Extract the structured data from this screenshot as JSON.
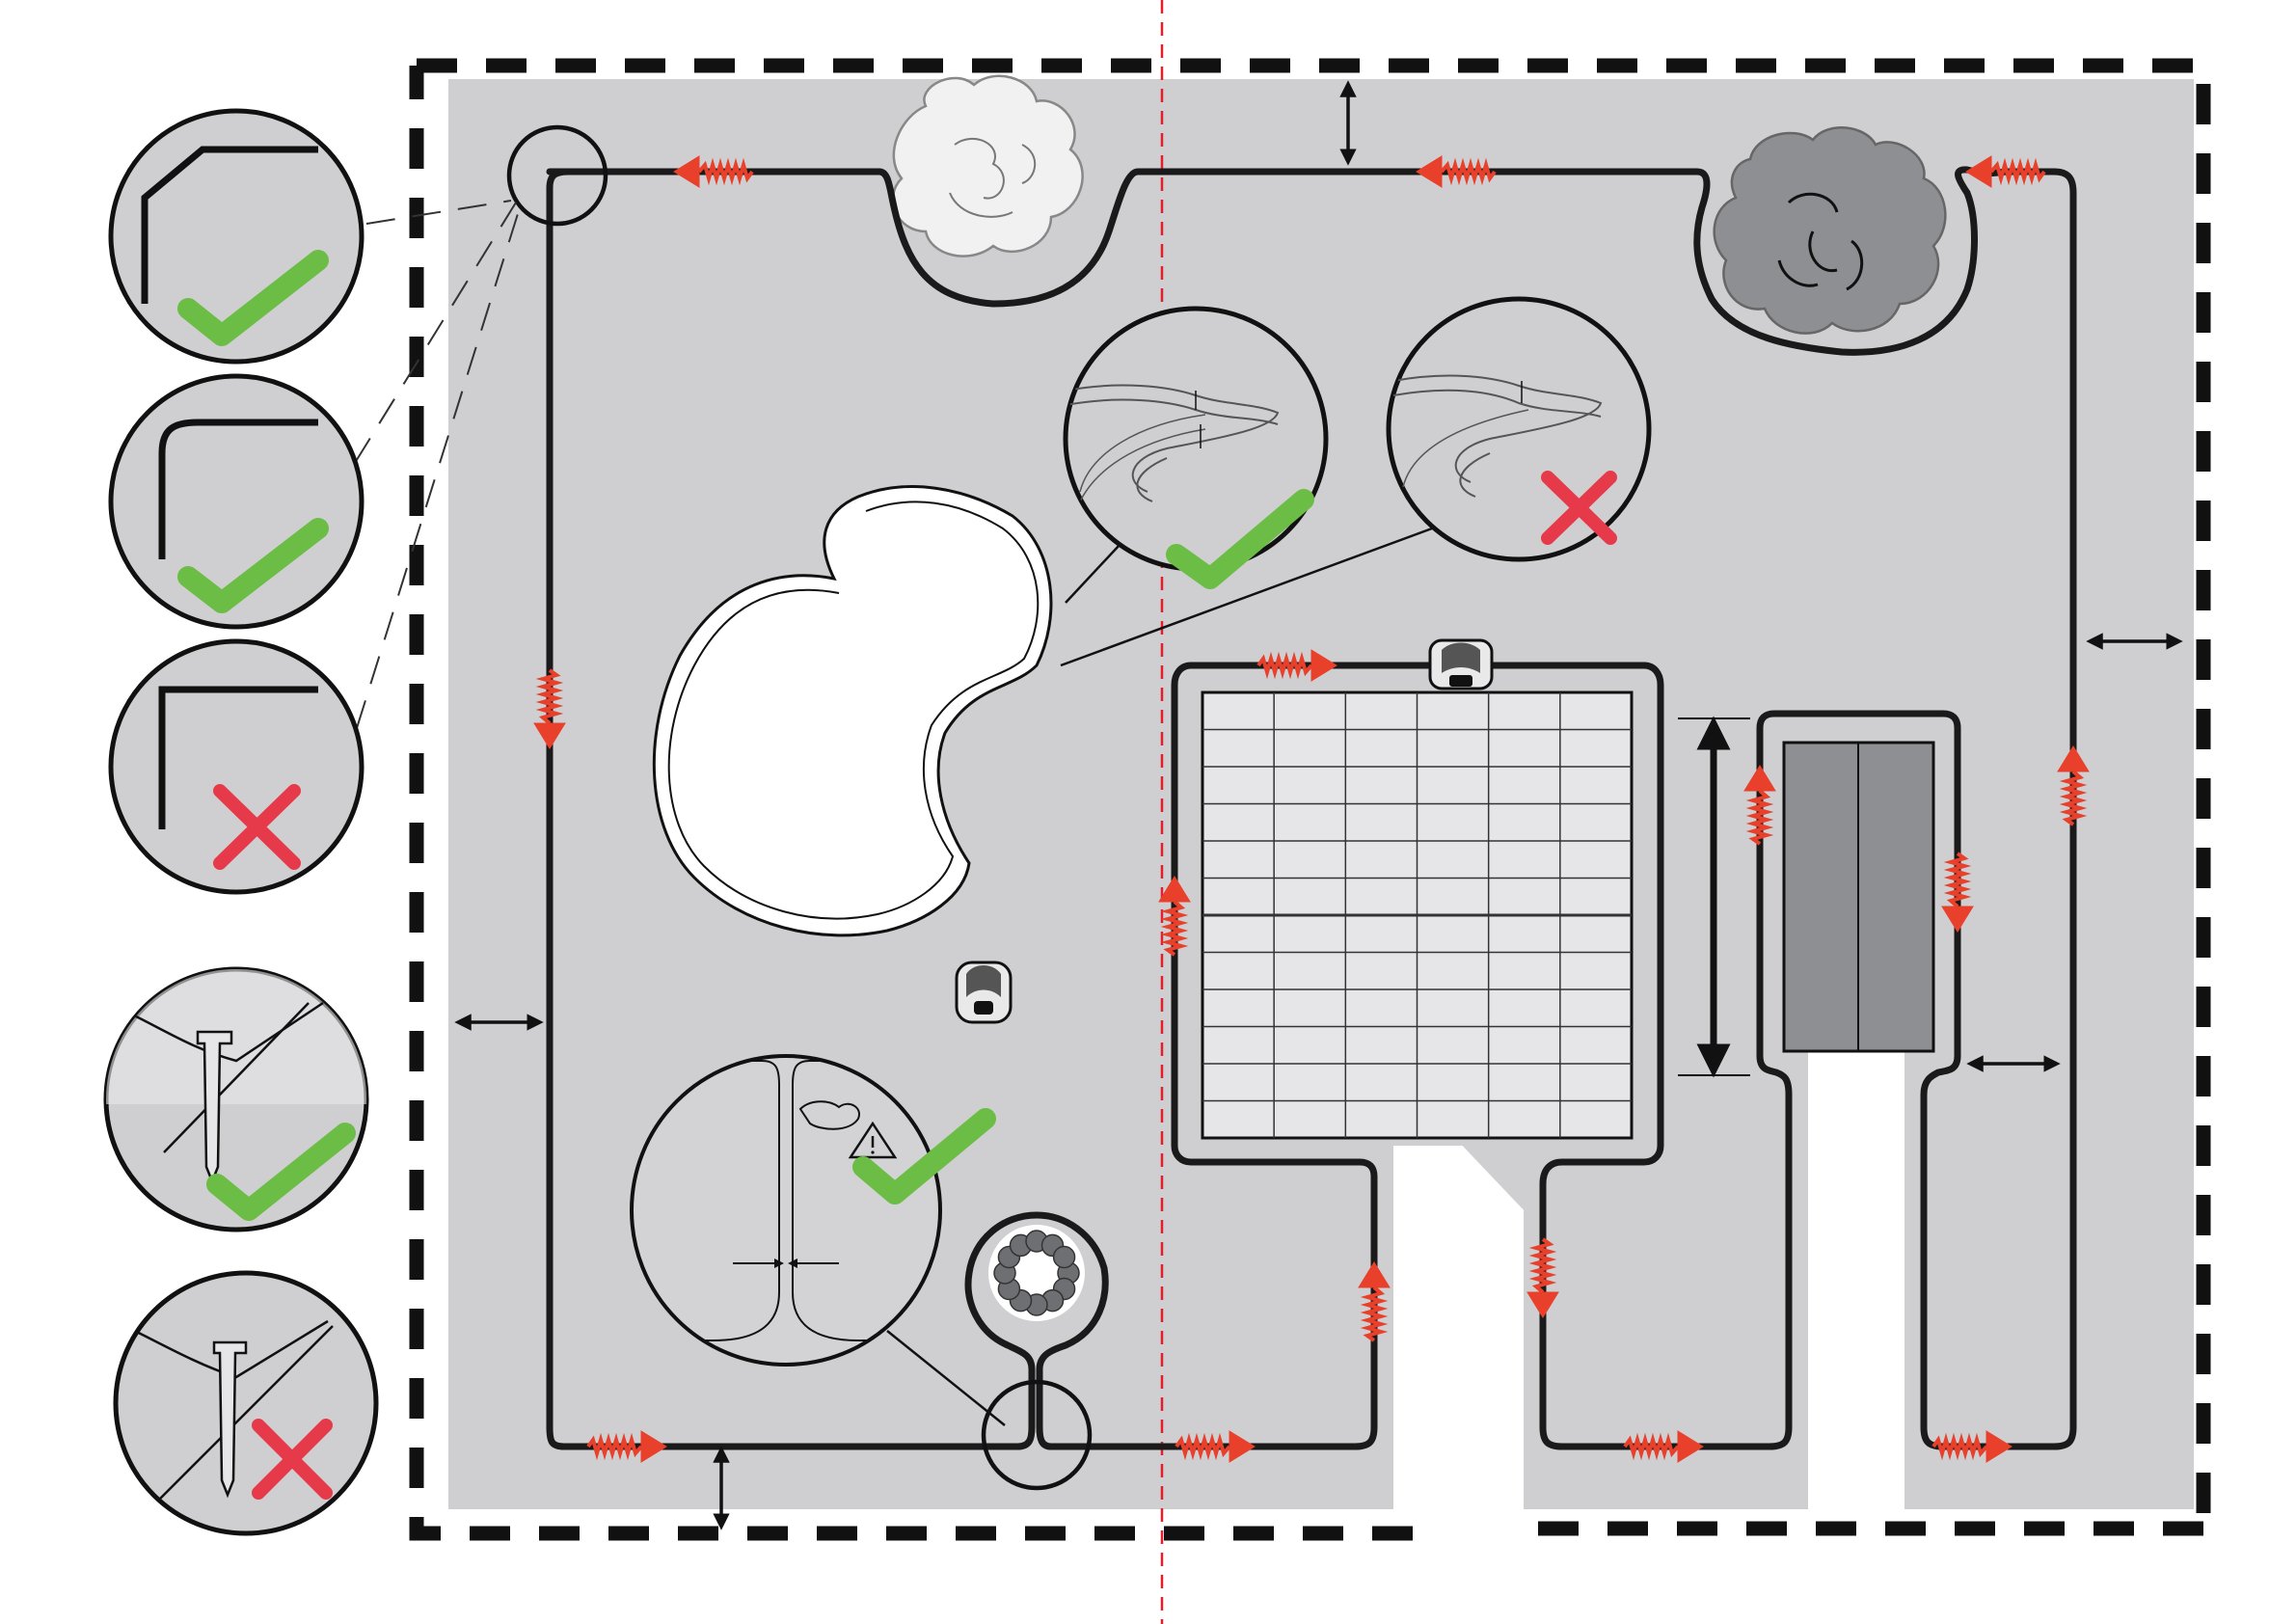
{
  "colors": {
    "background": "#ffffff",
    "lawn": "#cfcfd1",
    "wire": "#1a1a1a",
    "direction_arrow": "#e8402a",
    "correct": "#6cbd45",
    "incorrect": "#e63a4a",
    "divider": "#e0202a",
    "obstacle_dark": "#8e8f92",
    "paving": "#e6e6e8"
  },
  "icons": {
    "correct_mark": "check-icon",
    "incorrect_mark": "cross-icon",
    "warning": "warning-triangle-icon",
    "robot": "robotic-mower-icon"
  },
  "details": [
    {
      "id": "corner-angled",
      "result": "correct"
    },
    {
      "id": "corner-rounded",
      "result": "correct"
    },
    {
      "id": "corner-sharp",
      "result": "incorrect"
    },
    {
      "id": "peg-on-wire",
      "result": "correct"
    },
    {
      "id": "peg-off-wire",
      "result": "incorrect"
    },
    {
      "id": "passage-narrow",
      "result": "correct"
    },
    {
      "id": "wire-spacing-even",
      "result": "correct"
    },
    {
      "id": "wire-spacing-uneven",
      "result": "incorrect"
    }
  ]
}
